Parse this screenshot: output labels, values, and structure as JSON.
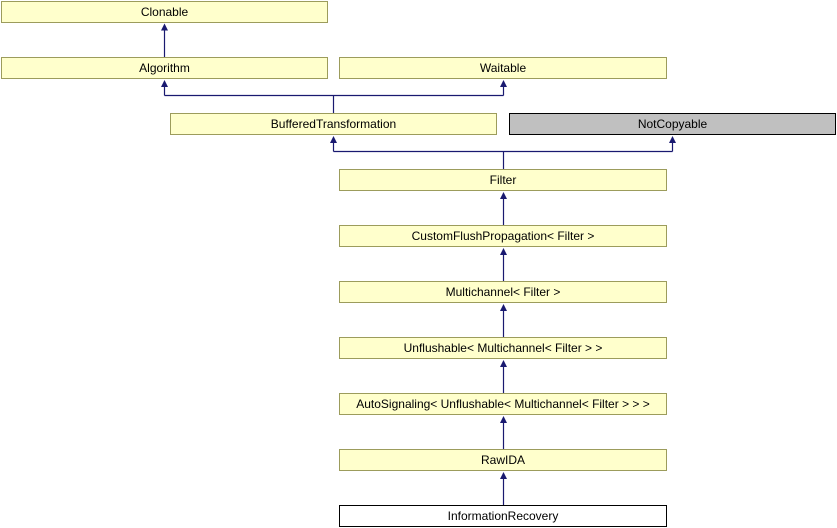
{
  "diagram": {
    "type": "class-inheritance-diagram",
    "nodes": [
      {
        "id": "clonable",
        "label": "Clonable",
        "kind": "documented"
      },
      {
        "id": "algorithm",
        "label": "Algorithm",
        "kind": "documented"
      },
      {
        "id": "waitable",
        "label": "Waitable",
        "kind": "documented"
      },
      {
        "id": "buffered-transformation",
        "label": "BufferedTransformation",
        "kind": "documented"
      },
      {
        "id": "not-copyable",
        "label": "NotCopyable",
        "kind": "undocumented"
      },
      {
        "id": "filter",
        "label": "Filter",
        "kind": "documented"
      },
      {
        "id": "custom-flush-propagation",
        "label": "CustomFlushPropagation< Filter >",
        "kind": "documented"
      },
      {
        "id": "multichannel",
        "label": "Multichannel< Filter >",
        "kind": "documented"
      },
      {
        "id": "unflushable",
        "label": "Unflushable< Multichannel< Filter > >",
        "kind": "documented"
      },
      {
        "id": "auto-signaling",
        "label": "AutoSignaling< Unflushable< Multichannel< Filter > > >",
        "kind": "documented"
      },
      {
        "id": "rawida",
        "label": "RawIDA",
        "kind": "documented"
      },
      {
        "id": "information-recovery",
        "label": "InformationRecovery",
        "kind": "current"
      }
    ],
    "edges": [
      {
        "from": "Algorithm",
        "to": "Clonable"
      },
      {
        "from": "BufferedTransformation",
        "to": "Algorithm"
      },
      {
        "from": "BufferedTransformation",
        "to": "Waitable"
      },
      {
        "from": "Filter",
        "to": "BufferedTransformation"
      },
      {
        "from": "Filter",
        "to": "NotCopyable"
      },
      {
        "from": "CustomFlushPropagation< Filter >",
        "to": "Filter"
      },
      {
        "from": "Multichannel< Filter >",
        "to": "CustomFlushPropagation< Filter >"
      },
      {
        "from": "Unflushable< Multichannel< Filter > >",
        "to": "Multichannel< Filter >"
      },
      {
        "from": "AutoSignaling< Unflushable< Multichannel< Filter > > >",
        "to": "Unflushable< Multichannel< Filter > >"
      },
      {
        "from": "RawIDA",
        "to": "AutoSignaling< Unflushable< Multichannel< Filter > > >"
      },
      {
        "from": "InformationRecovery",
        "to": "RawIDA"
      }
    ],
    "colors": {
      "documented_fill": "#FFFFCC",
      "documented_border": "#9C9C5C",
      "undocumented_fill": "#C0C0C0",
      "undocumented_border": "#000000",
      "current_fill": "#FFFFFF",
      "current_border": "#000000",
      "arrow": "#191970",
      "text": "#000000",
      "background": "#FFFFFF"
    }
  }
}
